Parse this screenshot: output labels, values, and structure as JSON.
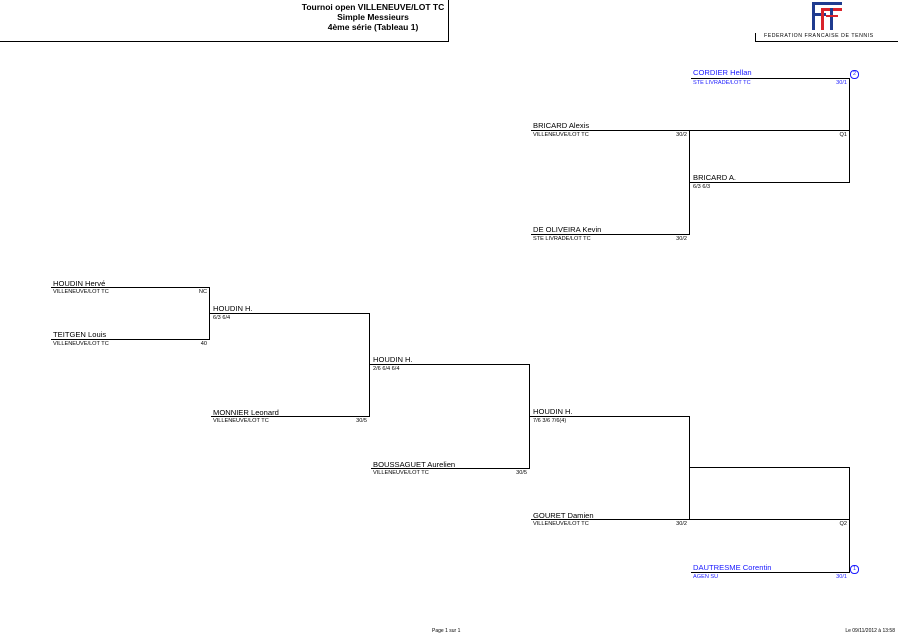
{
  "header": {
    "line1": "Tournoi open VILLENEUVE/LOT TC",
    "line2": "Simple Messieurs",
    "line3": "4ème série (Tableau 1)",
    "federation": "FEDERATION FRANCAISE DE TENNIS",
    "logo_icon": "fft-logo-icon"
  },
  "colors": {
    "seeded_text": "#1a1aff",
    "line": "#000000",
    "logo_blue": "#1f3b8f",
    "logo_red": "#d9232b"
  },
  "entries": [
    {
      "name": "CORDIER Hellan",
      "club": "STE LIVRADE/LOT TC",
      "rank": "30/1",
      "seed": "2",
      "seeded": true
    },
    {
      "name": "BRICARD Alexis",
      "club": "VILLENEUVE/LOT TC",
      "rank": "30/2",
      "qualifier": "Q1"
    },
    {
      "name": "DE OLIVEIRA Kevin",
      "club": "STE LIVRADE/LOT TC",
      "rank": "30/2"
    },
    {
      "name": "HOUDIN Hervé",
      "club": "VILLENEUVE/LOT TC",
      "rank": "NC"
    },
    {
      "name": "TEITGEN Louis",
      "club": "VILLENEUVE/LOT TC",
      "rank": "40"
    },
    {
      "name": "MONNIER Leonard",
      "club": "VILLENEUVE/LOT TC",
      "rank": "30/5"
    },
    {
      "name": "BOUSSAGUET Aurelien",
      "club": "VILLENEUVE/LOT TC",
      "rank": "30/5"
    },
    {
      "name": "GOURET Damien",
      "club": "VILLENEUVE/LOT TC",
      "rank": "30/2",
      "qualifier": "Q2"
    },
    {
      "name": "DAUTRESME Corentin",
      "club": "AGEN SU",
      "rank": "30/1",
      "seed": "1",
      "seeded": true
    }
  ],
  "results": [
    {
      "winner": "BRICARD A.",
      "score": "6/3 6/3"
    },
    {
      "winner": "HOUDIN H.",
      "score": "6/3 6/4"
    },
    {
      "winner": "HOUDIN H.",
      "score": "2/6 6/4 6/4"
    },
    {
      "winner": "HOUDIN H.",
      "score": "7/6 3/6 7/6(4)"
    }
  ],
  "footer": {
    "page": "Page 1 sur 1",
    "date": "Le 09/11/2012 à 13:58"
  }
}
